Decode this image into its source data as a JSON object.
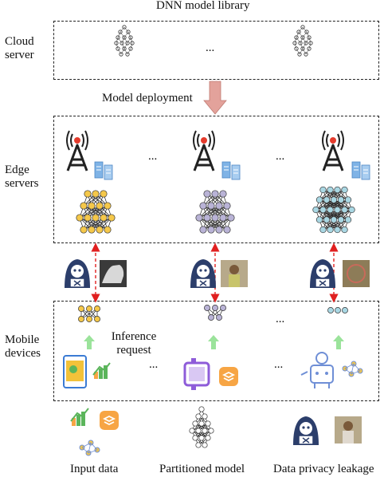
{
  "title": "DNN model library",
  "tiers": {
    "cloud": "Cloud server",
    "edge": "Edge servers",
    "mobile": "Mobile devices"
  },
  "deployment_label": "Model deployment",
  "ellipsis": "...",
  "inference_label": "Inference request",
  "legend": {
    "input": "Input data",
    "partitioned": "Partitioned model",
    "leakage": "Data privacy leakage"
  },
  "colors": {
    "node_yellow": "#f5c84a",
    "node_purple": "#b9b3d6",
    "node_teal": "#a9d7e3",
    "arrow_red": "#e02020",
    "arrow_green": "#9be39b",
    "deploy_arrow": "#e3a29b",
    "tower_red": "#e53b2c",
    "server_blue": "#7fb3e6",
    "hacker_navy": "#2c3e6b",
    "app_orange": "#f7a544",
    "watch_purple": "#8e5cd9"
  },
  "icons": [
    "dnn-stack-icon",
    "radio-tower-icon",
    "server-icon",
    "hacker-icon",
    "photo-thumbnail",
    "smartphone-icon",
    "chart-icon",
    "smartwatch-icon",
    "layers-app-icon",
    "robot-icon",
    "graph-data-icon"
  ]
}
